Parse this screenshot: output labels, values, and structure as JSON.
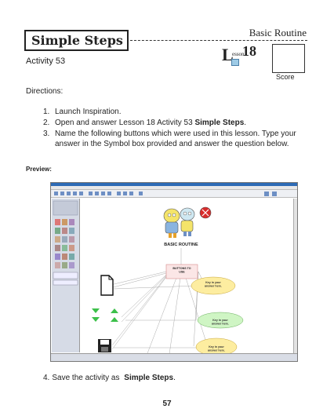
{
  "header": {
    "title": "Simple Steps",
    "routine": "Basic Routine",
    "activity": "Activity 53",
    "lesson_small": "esson",
    "lesson_L": "L",
    "lesson_number": "18",
    "score_label": "Score"
  },
  "directions": {
    "label": "Directions:",
    "steps": [
      {
        "num": "1.",
        "text": "Launch Inspiration."
      },
      {
        "num": "2.",
        "text": "Open and answer Lesson 18 Activity 53 ",
        "bold": "Simple Steps",
        "after": "."
      },
      {
        "num": "3.",
        "text": "Name the following buttons which were used in this lesson. Type your answer in the Symbol box provided and answer the question below."
      }
    ]
  },
  "preview": {
    "label": "Preview:",
    "diagram": {
      "main_title": "BASIC ROUTINE",
      "center_box": "BUTTONS TO USE",
      "cloud1": "Key in your answer here.",
      "cloud2": "Key in your answer here.",
      "cloud3": "Key in your answer here."
    }
  },
  "step4": {
    "num": "4.",
    "text": "Save the activity as ",
    "bold": "Simple Steps",
    "after": "."
  },
  "page_number": "57",
  "colors": {
    "cloud": "#fdeda0",
    "cloud_green": "#cff5c4",
    "center_box": "#fbe6e6",
    "arrow_green": "#3cc04a"
  }
}
